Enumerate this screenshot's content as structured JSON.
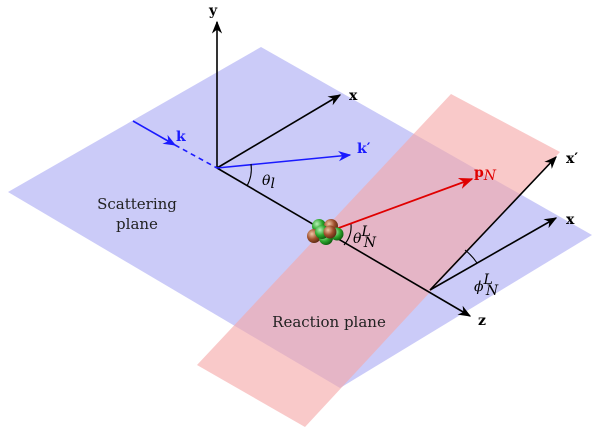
{
  "axes": {
    "y": "y",
    "x": "x",
    "z": "z",
    "k": "k",
    "k_prime": "k′",
    "x_prime": "x′",
    "x_right": "x",
    "p_main": "p",
    "p_sub": "N"
  },
  "angles": {
    "theta_l_main": "θ",
    "theta_l_sub": "l",
    "theta_N_main": "θ",
    "theta_N_sup": "L",
    "theta_N_sub": "N",
    "phi_N_main": "ϕ",
    "phi_N_sup": "L",
    "phi_N_sub": "N"
  },
  "planes": {
    "scattering_line1": "Scattering",
    "scattering_line2": "plane",
    "reaction": "Reaction plane"
  },
  "colors": {
    "scattering_plane": "#c8c8f8",
    "reaction_plane": "#f8c0c0",
    "overlap": "#d8a8cc",
    "k_vectors": "#1a1aff",
    "p_vector": "#e00000",
    "axes": "#000000",
    "nucleus_green": "#2ea82e",
    "nucleus_brown": "#a0502d"
  }
}
